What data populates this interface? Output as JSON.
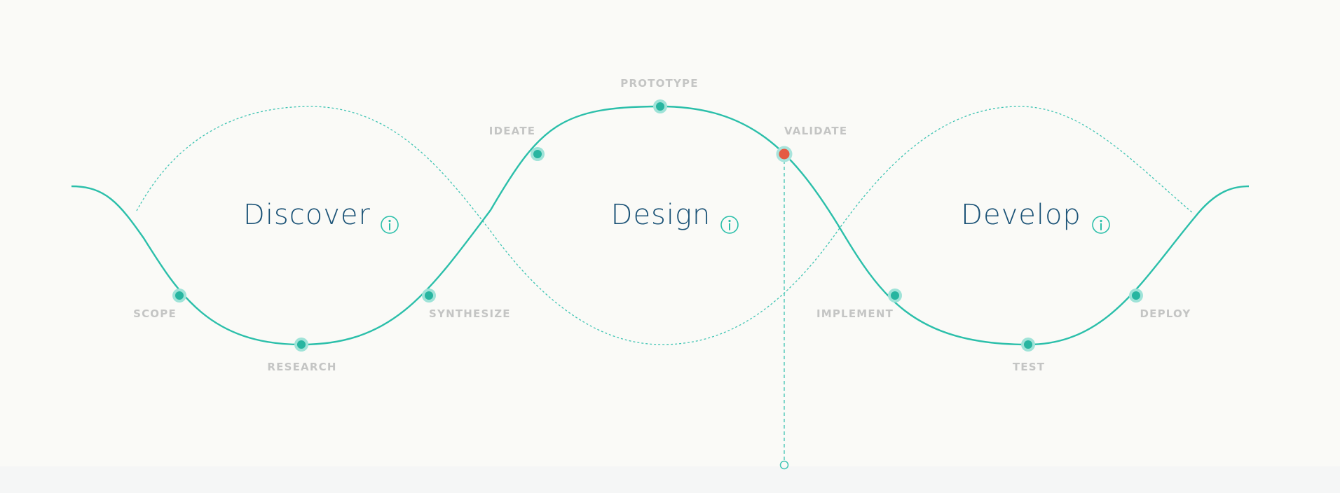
{
  "colors": {
    "background": "#fafaf7",
    "footer": "#f5f6f6",
    "curve": "#2bbfaa",
    "dashed": "#3fc4b3",
    "node_fill": "#27b5a0",
    "node_halo": "#9fe3d8",
    "active_fill": "#e55a42",
    "active_halo": "#a8e4dc",
    "title": "#1a5276",
    "label": "#c4c5c4",
    "info_icon": "#2bbfaa"
  },
  "phases": [
    {
      "title": "Discover",
      "info_icon": "info-circle-icon"
    },
    {
      "title": "Design",
      "info_icon": "info-circle-icon"
    },
    {
      "title": "Develop",
      "info_icon": "info-circle-icon"
    }
  ],
  "steps": [
    {
      "label": "SCOPE",
      "phase": "Discover",
      "active": false
    },
    {
      "label": "RESEARCH",
      "phase": "Discover",
      "active": false
    },
    {
      "label": "SYNTHESIZE",
      "phase": "Discover",
      "active": false
    },
    {
      "label": "IDEATE",
      "phase": "Design",
      "active": false
    },
    {
      "label": "PROTOTYPE",
      "phase": "Design",
      "active": false
    },
    {
      "label": "VALIDATE",
      "phase": "Design",
      "active": true
    },
    {
      "label": "IMPLEMENT",
      "phase": "Develop",
      "active": false
    },
    {
      "label": "TEST",
      "phase": "Develop",
      "active": false
    },
    {
      "label": "DEPLOY",
      "phase": "Develop",
      "active": false
    }
  ]
}
